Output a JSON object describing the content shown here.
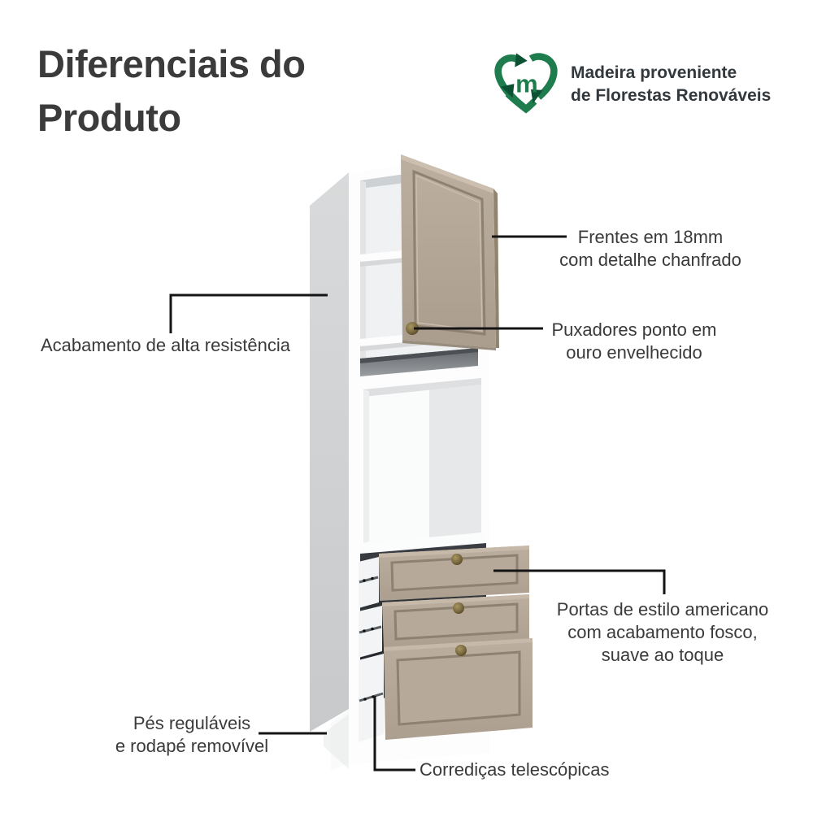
{
  "header": {
    "title_line1": "Diferenciais do",
    "title_line2": "Produto"
  },
  "eco_badge": {
    "icon": "recycle-heart-icon",
    "monogram": "m",
    "line1": "Madeira proveniente",
    "line2": "de Florestas Renováveis"
  },
  "callouts": {
    "frentes": {
      "line1": "Frentes em 18mm",
      "line2": "com detalhe chanfrado"
    },
    "puxadores": {
      "line1": "Puxadores ponto em",
      "line2": "ouro envelhecido"
    },
    "acabamento": {
      "line1": "Acabamento de alta resistência"
    },
    "portas": {
      "line1": "Portas de estilo americano",
      "line2": "com acabamento fosco,",
      "line3": "suave ao toque"
    },
    "pes": {
      "line1": "Pés reguláveis",
      "line2": "e rodapé removível"
    },
    "corredicas": {
      "line1": "Corrediças telescópicas"
    }
  },
  "illustration": {
    "alt": "Armário alto para forno com porta superior aberta e três gavetas telescópicas abertas"
  },
  "colors": {
    "ink": "#3a3a3a",
    "title_ink": "#3b3b3b",
    "badge_ink": "#33383c",
    "line_ink": "#141414",
    "green": "#1e7c4d",
    "green_dark": "#0d5134",
    "taupe": "#b3a697",
    "taupe_light": "#c6b9a9",
    "taupe_dark": "#8d8171",
    "knob": "#7a6a42",
    "side_gray": "#d2d4d5",
    "cavity_dark": "#26292d"
  }
}
